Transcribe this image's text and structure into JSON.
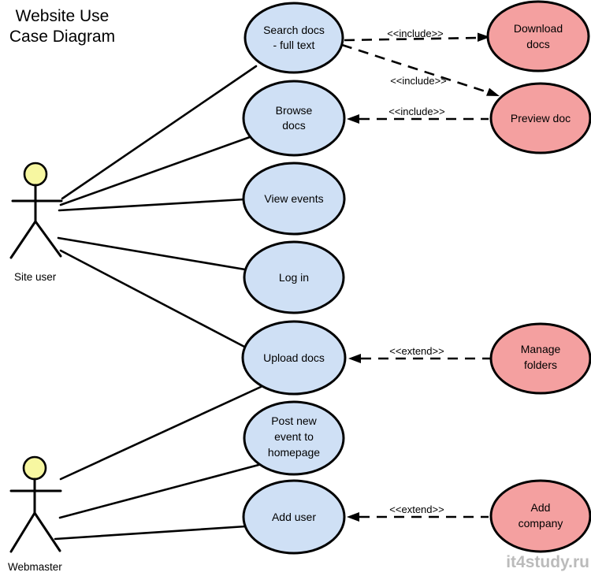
{
  "title": {
    "lines": [
      "Website Use",
      "Case Diagram"
    ]
  },
  "actors": {
    "site_user": {
      "label": "Site user"
    },
    "webmaster": {
      "label": "Webmaster"
    }
  },
  "use_cases": {
    "search_docs": {
      "lines": [
        "Search docs",
        "- full text"
      ]
    },
    "browse_docs": {
      "lines": [
        "Browse",
        "docs"
      ]
    },
    "view_events": {
      "lines": [
        "View events"
      ]
    },
    "log_in": {
      "lines": [
        "Log in"
      ]
    },
    "upload_docs": {
      "lines": [
        "Upload docs"
      ]
    },
    "post_new_event": {
      "lines": [
        "Post new",
        "event to",
        "homepage"
      ]
    },
    "add_user": {
      "lines": [
        "Add user"
      ]
    },
    "download_docs": {
      "lines": [
        "Download",
        "docs"
      ]
    },
    "preview_doc": {
      "lines": [
        "Preview doc"
      ]
    },
    "manage_folders": {
      "lines": [
        "Manage",
        "folders"
      ]
    },
    "add_company": {
      "lines": [
        "Add",
        "company"
      ]
    }
  },
  "relations": {
    "search_to_download": {
      "label": "<<include>>"
    },
    "search_to_preview": {
      "label": "<<include>>"
    },
    "preview_to_browse": {
      "label": "<<include>>"
    },
    "manage_to_upload": {
      "label": "<<extend>>"
    },
    "company_to_adduser": {
      "label": "<<extend>>"
    }
  },
  "colors": {
    "use_case_fill": "#cfe0f5",
    "external_fill": "#f4a0a0",
    "actor_head_fill": "#f7f7a1",
    "line": "#000000"
  },
  "watermark": {
    "text": "it4study.ru"
  }
}
